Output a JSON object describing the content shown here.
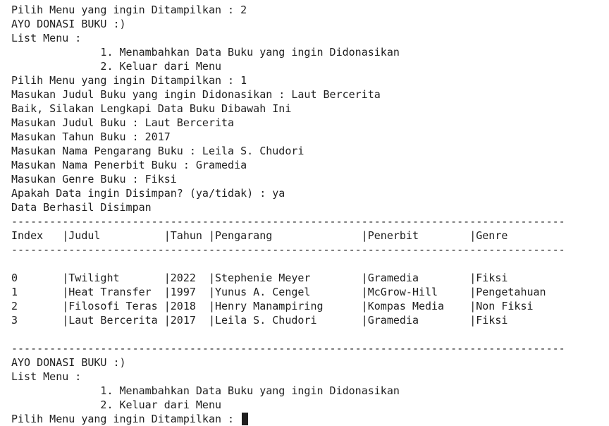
{
  "terminal": {
    "lines": [
      "Pilih Menu yang ingin Ditampilkan : 2",
      "AYO DONASI BUKU :)",
      "List Menu :",
      "              1. Menambahkan Data Buku yang ingin Didonasikan",
      "              2. Keluar dari Menu",
      "Pilih Menu yang ingin Ditampilkan : 1",
      "Masukan Judul Buku yang ingin Didonasikan : Laut Bercerita",
      "Baik, Silakan Lengkapi Data Buku Dibawah Ini",
      "Masukan Judul Buku : Laut Bercerita",
      "Masukan Tahun Buku : 2017",
      "Masukan Nama Pengarang Buku : Leila S. Chudori",
      "Masukan Nama Penerbit Buku : Gramedia",
      "Masukan Genre Buku : Fiksi",
      "Apakah Data ingin Disimpan? (ya/tidak) : ya",
      "Data Berhasil Disimpan",
      "---------------------------------------------------------------------------------------",
      "Index   |Judul          |Tahun |Pengarang              |Penerbit        |Genre",
      "---------------------------------------------------------------------------------------",
      "",
      "0       |Twilight       |2022  |Stephenie Meyer        |Gramedia        |Fiksi",
      "1       |Heat Transfer  |1997  |Yunus A. Cengel        |McGrow-Hill     |Pengetahuan",
      "2       |Filosofi Teras |2018  |Henry Manampiring      |Kompas Media    |Non Fiksi",
      "3       |Laut Bercerita |2017  |Leila S. Chudori       |Gramedia        |Fiksi",
      "",
      "---------------------------------------------------------------------------------------",
      "AYO DONASI BUKU :)",
      "List Menu :",
      "              1. Menambahkan Data Buku yang ingin Didonasikan",
      "              2. Keluar dari Menu"
    ],
    "prompt": "Pilih Menu yang ingin Ditampilkan : "
  }
}
